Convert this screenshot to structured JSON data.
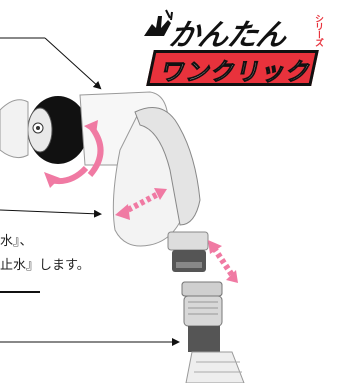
{
  "logo": {
    "title": "かんたん",
    "series": "シリーズ",
    "banner": "ワンクリック"
  },
  "description": {
    "line1": "水』、",
    "line2": "止水』します。"
  },
  "colors": {
    "brand_red": "#e8323c",
    "arrow_pink": "#f07aa3",
    "outline": "#111111"
  },
  "icons": [
    "hand-icon",
    "hose-nozzle-illustration",
    "coupling-illustration"
  ]
}
